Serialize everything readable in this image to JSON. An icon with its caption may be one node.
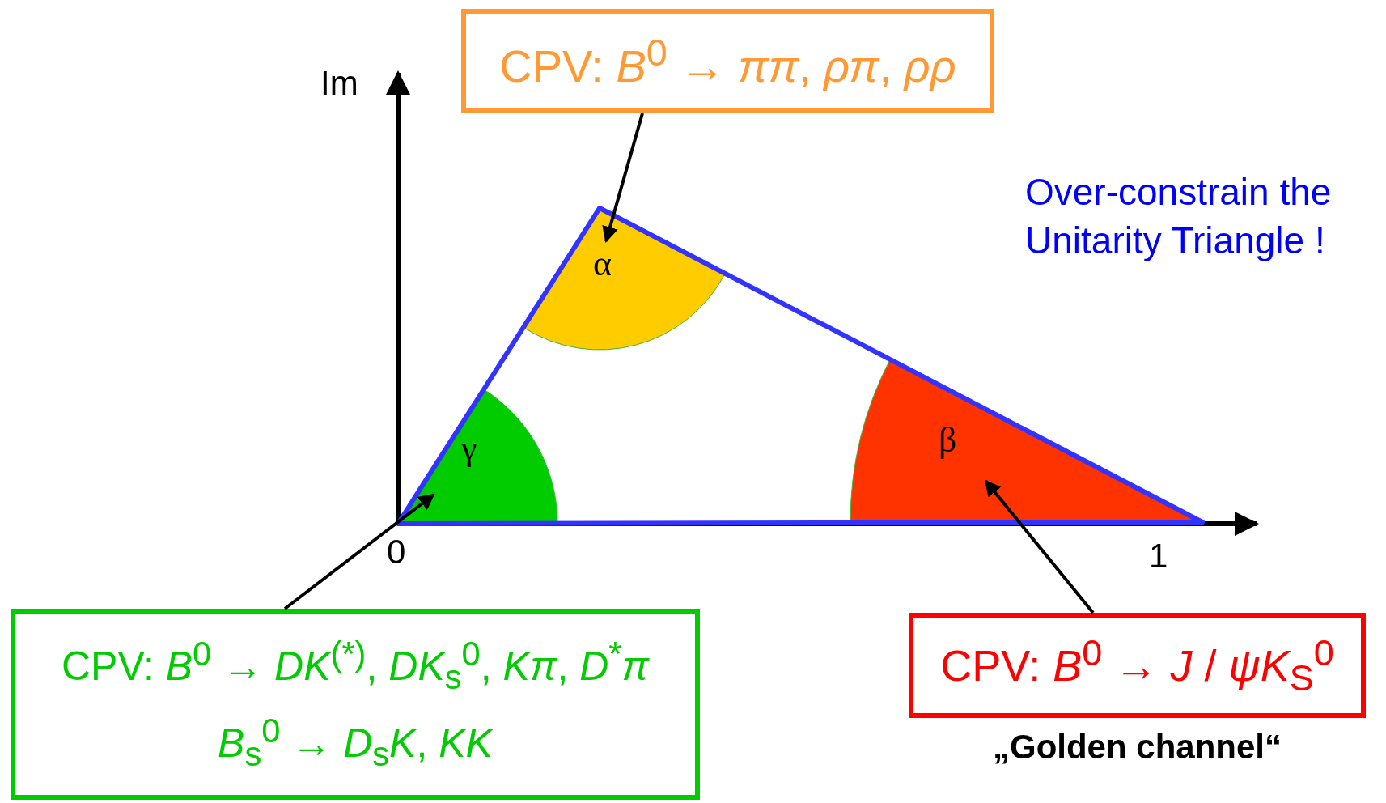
{
  "diagram": {
    "nodes": [
      {
        "text": [
          "CPV: *B*$^{0}$ → *ππ*, *ρπ*, *ρρ*"
        ]
      },
      {
        "text": [
          "α"
        ]
      },
      {
        "text": [
          "γ"
        ]
      },
      {
        "text": [
          "β"
        ]
      },
      {
        "text": [
          "CPV: *B*$^{0}$ → *DK*$^{(*)}$, *DK*$_{s}$$^{0}$, *Kπ*, *D*$^{*}$*π*",
          "*B*$_{s}$$^{0}$ → *D*$_{s}$*K*, *KK*"
        ]
      },
      {
        "text": [
          "CPV: *B*$^{0}$ → *J* / *ψK*$_{S}$$^{0}$"
        ],
        "beside": [
          "„Golden channel“"
        ]
      }
    ],
    "edges": [
      {
        "from": 0,
        "to": 1,
        "arrow": "to"
      },
      {
        "from": 4,
        "to": 2,
        "arrow": "to"
      },
      {
        "from": 5,
        "to": 3,
        "arrow": "to"
      }
    ],
    "labels": [
      "Im",
      "Over-constrain the Unitarity Triangle !",
      "0",
      "1"
    ]
  }
}
